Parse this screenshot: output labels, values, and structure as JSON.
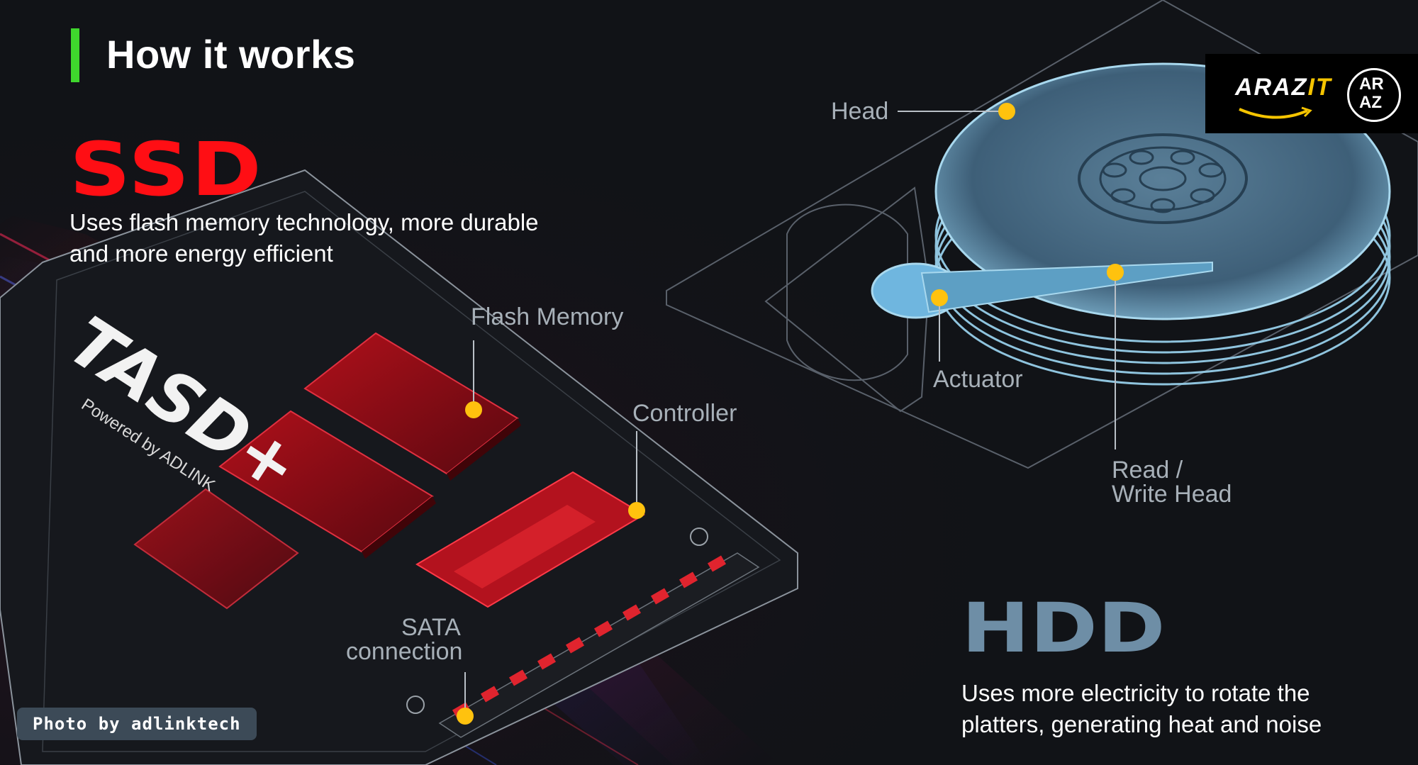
{
  "header": {
    "title": "How it works"
  },
  "ssd": {
    "name": "SSD",
    "description_line1": "Uses flash memory technology, more durable",
    "description_line2": "and more energy efficient",
    "brand_mark": "TASD+",
    "brand_subtitle": "Powered by ADLINK",
    "labels": {
      "flash_memory": "Flash Memory",
      "controller": "Controller",
      "sata_line1": "SATA",
      "sata_line2": "connection"
    }
  },
  "hdd": {
    "name": "HDD",
    "description_line1": "Uses more electricity to rotate the",
    "description_line2": "platters, generating heat and noise",
    "labels": {
      "head": "Head",
      "actuator": "Actuator",
      "read_write_line1": "Read /",
      "read_write_line2": "Write Head"
    }
  },
  "credit": {
    "text": "Photo by adlinktech"
  },
  "logo": {
    "text_main": "ARAZ",
    "text_accent": "IT",
    "emblem_top": "AR",
    "emblem_bottom": "AZ"
  },
  "colors": {
    "accent_green": "#3fd62d",
    "ssd_red": "#ff0e14",
    "hdd_blue": "#6e8ea6",
    "callout_dot": "#ffc20e",
    "background": "#111317"
  }
}
